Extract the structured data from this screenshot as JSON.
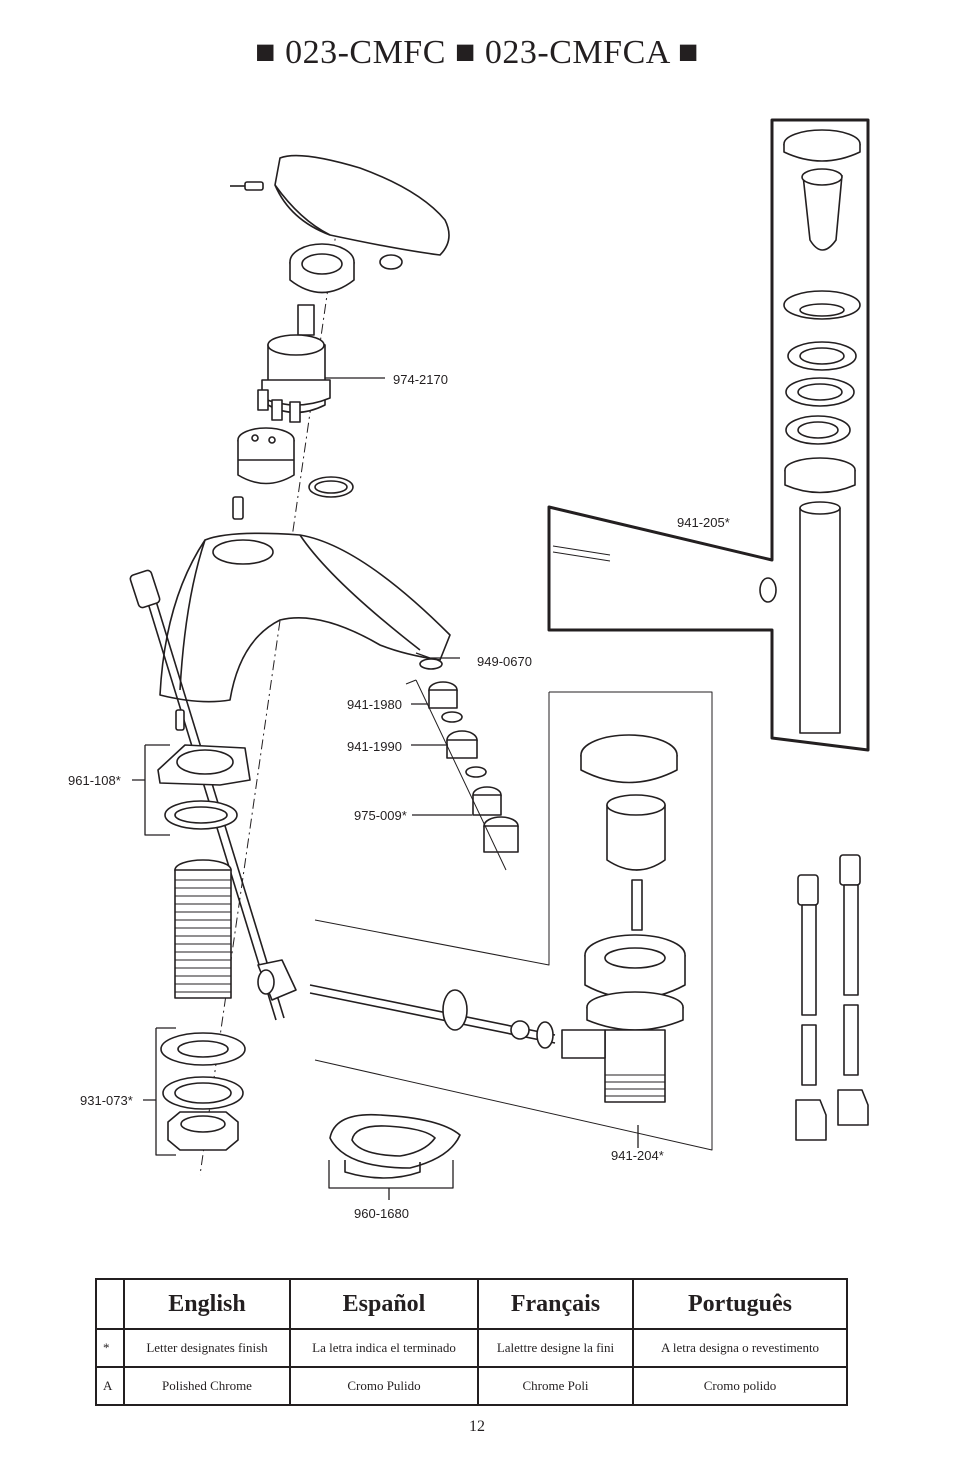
{
  "title": "■ 023-CMFC ■ 023-CMFCA ■",
  "labels": {
    "cartridge": "974-2170",
    "popup_assembly": "941-205*",
    "o_ring": "949-0670",
    "aerator_housing": "941-1980",
    "aerator_insert": "941-1990",
    "aerator_cover": "975-009*",
    "base_plate": "961-108*",
    "mounting_kit": "931-073*",
    "drain_assembly": "941-204*",
    "gasket": "960-1680"
  },
  "legend": {
    "headers": [
      "",
      "English",
      "Español",
      "Français",
      "Português"
    ],
    "rows": [
      [
        "*",
        "Letter designates finish",
        "La letra indica el terminado",
        "Lalettre designe la fini",
        "A letra designa o revestimento"
      ],
      [
        "A",
        "Polished Chrome",
        "Cromo Pulido",
        "Chrome Poli",
        "Cromo polido"
      ]
    ]
  },
  "page_number": "12"
}
